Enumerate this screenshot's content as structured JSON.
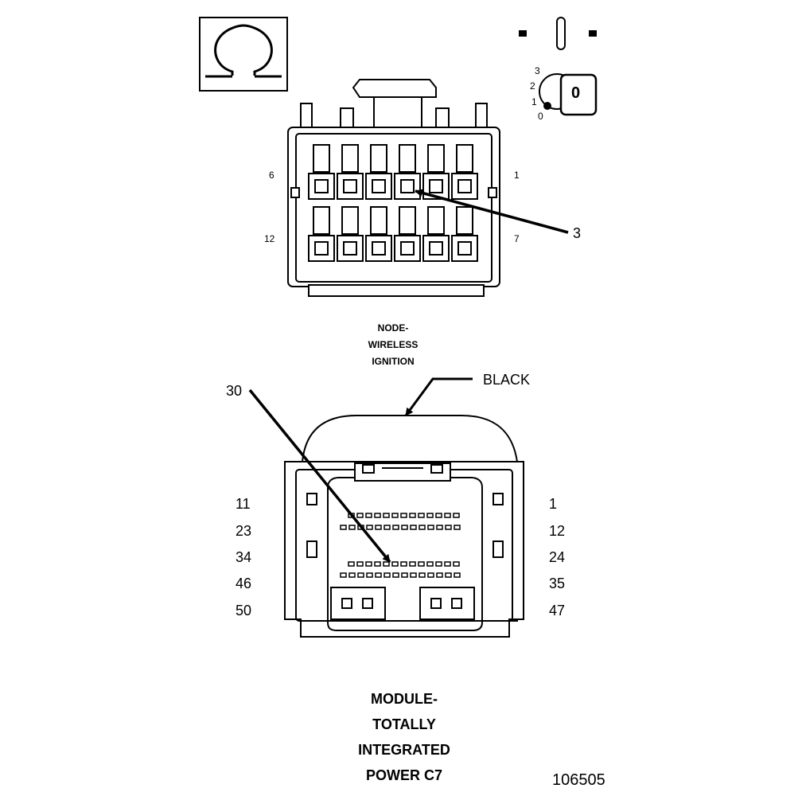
{
  "top_connector": {
    "title_lines": [
      "NODE-",
      "WIRELESS",
      "IGNITION"
    ],
    "pin_labels": {
      "top_left": "6",
      "top_right": "1",
      "bottom_left": "12",
      "bottom_right": "7"
    },
    "callout": "3",
    "pin_rows": 2,
    "pins_per_row": 6
  },
  "ignition_icon": {
    "positions": [
      "3",
      "2",
      "1",
      "0"
    ],
    "key_label": "0"
  },
  "bottom_connector": {
    "title_lines": [
      "MODULE-",
      "TOTALLY",
      "INTEGRATED",
      "POWER C7"
    ],
    "color_label": "BLACK",
    "callout": "30",
    "left_labels": [
      "11",
      "23",
      "34",
      "46",
      "50"
    ],
    "right_labels": [
      "1",
      "12",
      "24",
      "35",
      "47"
    ]
  },
  "figure_number": "106505"
}
